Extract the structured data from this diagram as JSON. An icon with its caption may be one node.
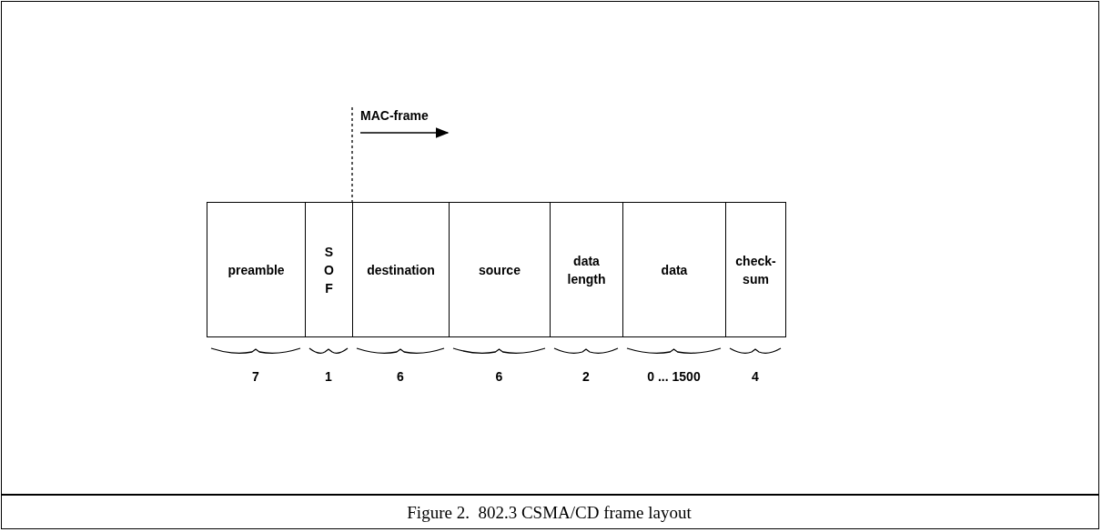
{
  "diagram": {
    "caption": "Figure 2.  802.3 CSMA/CD frame layout",
    "nodes": [
      {
        "text": [
          "preamble"
        ],
        "beside": [
          "7"
        ]
      },
      {
        "text": [
          "S O F"
        ],
        "beside": [
          "1"
        ]
      },
      {
        "text": [
          "destination"
        ],
        "beside": [
          "6"
        ]
      },
      {
        "text": [
          "source"
        ],
        "beside": [
          "6"
        ]
      },
      {
        "text": [
          "data length"
        ],
        "beside": [
          "2"
        ]
      },
      {
        "text": [
          "data"
        ],
        "beside": [
          "0 ... 1500"
        ]
      },
      {
        "text": [
          "check- sum"
        ],
        "beside": [
          "4"
        ]
      }
    ],
    "edges": [],
    "labels": [
      "MAC-frame"
    ]
  }
}
